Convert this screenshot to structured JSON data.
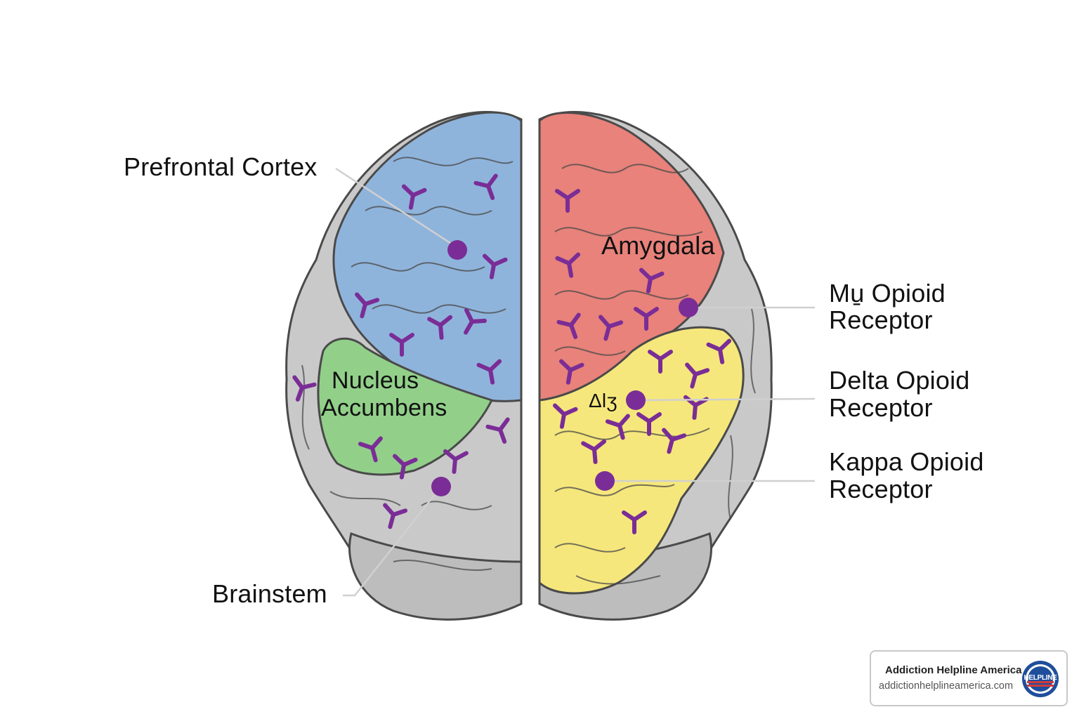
{
  "labels": {
    "prefrontal_cortex": "Prefrontal Cortex",
    "amygdala": "Amygdala",
    "nucleus_accumbens_line1": "Nucleus",
    "nucleus_accumbens_line2": "Accumbens",
    "brainstem": "Brainstem",
    "mu_line1": "Mu̱ Opioid",
    "mu_line2": "Receptor",
    "delta_line1": "Delta Opioid",
    "delta_line2": "Receptor",
    "kappa_line1": "Kappa Opioid",
    "kappa_line2": "Receptor",
    "garbled_mark": "Δlʒ"
  },
  "colors": {
    "prefrontal_cortex": "#8fb4dc",
    "amygdala": "#e8827a",
    "nucleus_accumbens": "#92d08a",
    "yellow_region": "#f6e77c",
    "brain_gray": "#c9c9c9",
    "receptor": "#7a2d96",
    "outline": "#4a4a4a"
  },
  "badge": {
    "name": "Addiction Helpline America",
    "url": "addictionhelplineamerica.com",
    "logo_text": "HELPLINE",
    "logo_icon": "helpline-seal-icon"
  }
}
